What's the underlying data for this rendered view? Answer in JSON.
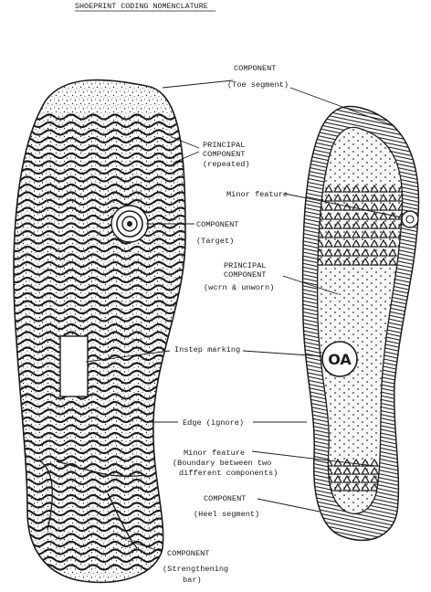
{
  "title": "SHOEPRINT CODING NOMENCLATURE",
  "colors": {
    "ink": "#1c1c1c",
    "paper": "#ffffff",
    "sole_fill": "#f3f3f3"
  },
  "labels": {
    "toe": {
      "line1": "COMPONENT",
      "line2": "(Toe segment)"
    },
    "principal_repeated": {
      "line1": "PRINCIPAL",
      "line2": "COMPONENT",
      "line3": "(repeated)"
    },
    "target": {
      "line1": "COMPONENT",
      "line2": "(Target)"
    },
    "minor_feature_top": {
      "line1": "Minor feature"
    },
    "principal_worn": {
      "line1": "PRINCIPAL",
      "line2": "COMPONENT",
      "line3": "(wcrn & unworn)"
    },
    "instep": {
      "line1": "Instep marking"
    },
    "edge": {
      "line1": "Edge (ignore)"
    },
    "minor_feature_boundary": {
      "line1": "Minor feature",
      "line2": "(Boundary between two",
      "line3": "different components)"
    },
    "heel": {
      "line1": "COMPONENT",
      "line2": "(Heel segment)"
    },
    "strengthening": {
      "line1": "COMPONENT",
      "line2": "(Strengthening",
      "line3": "bar)"
    }
  },
  "logo_text": "OA"
}
